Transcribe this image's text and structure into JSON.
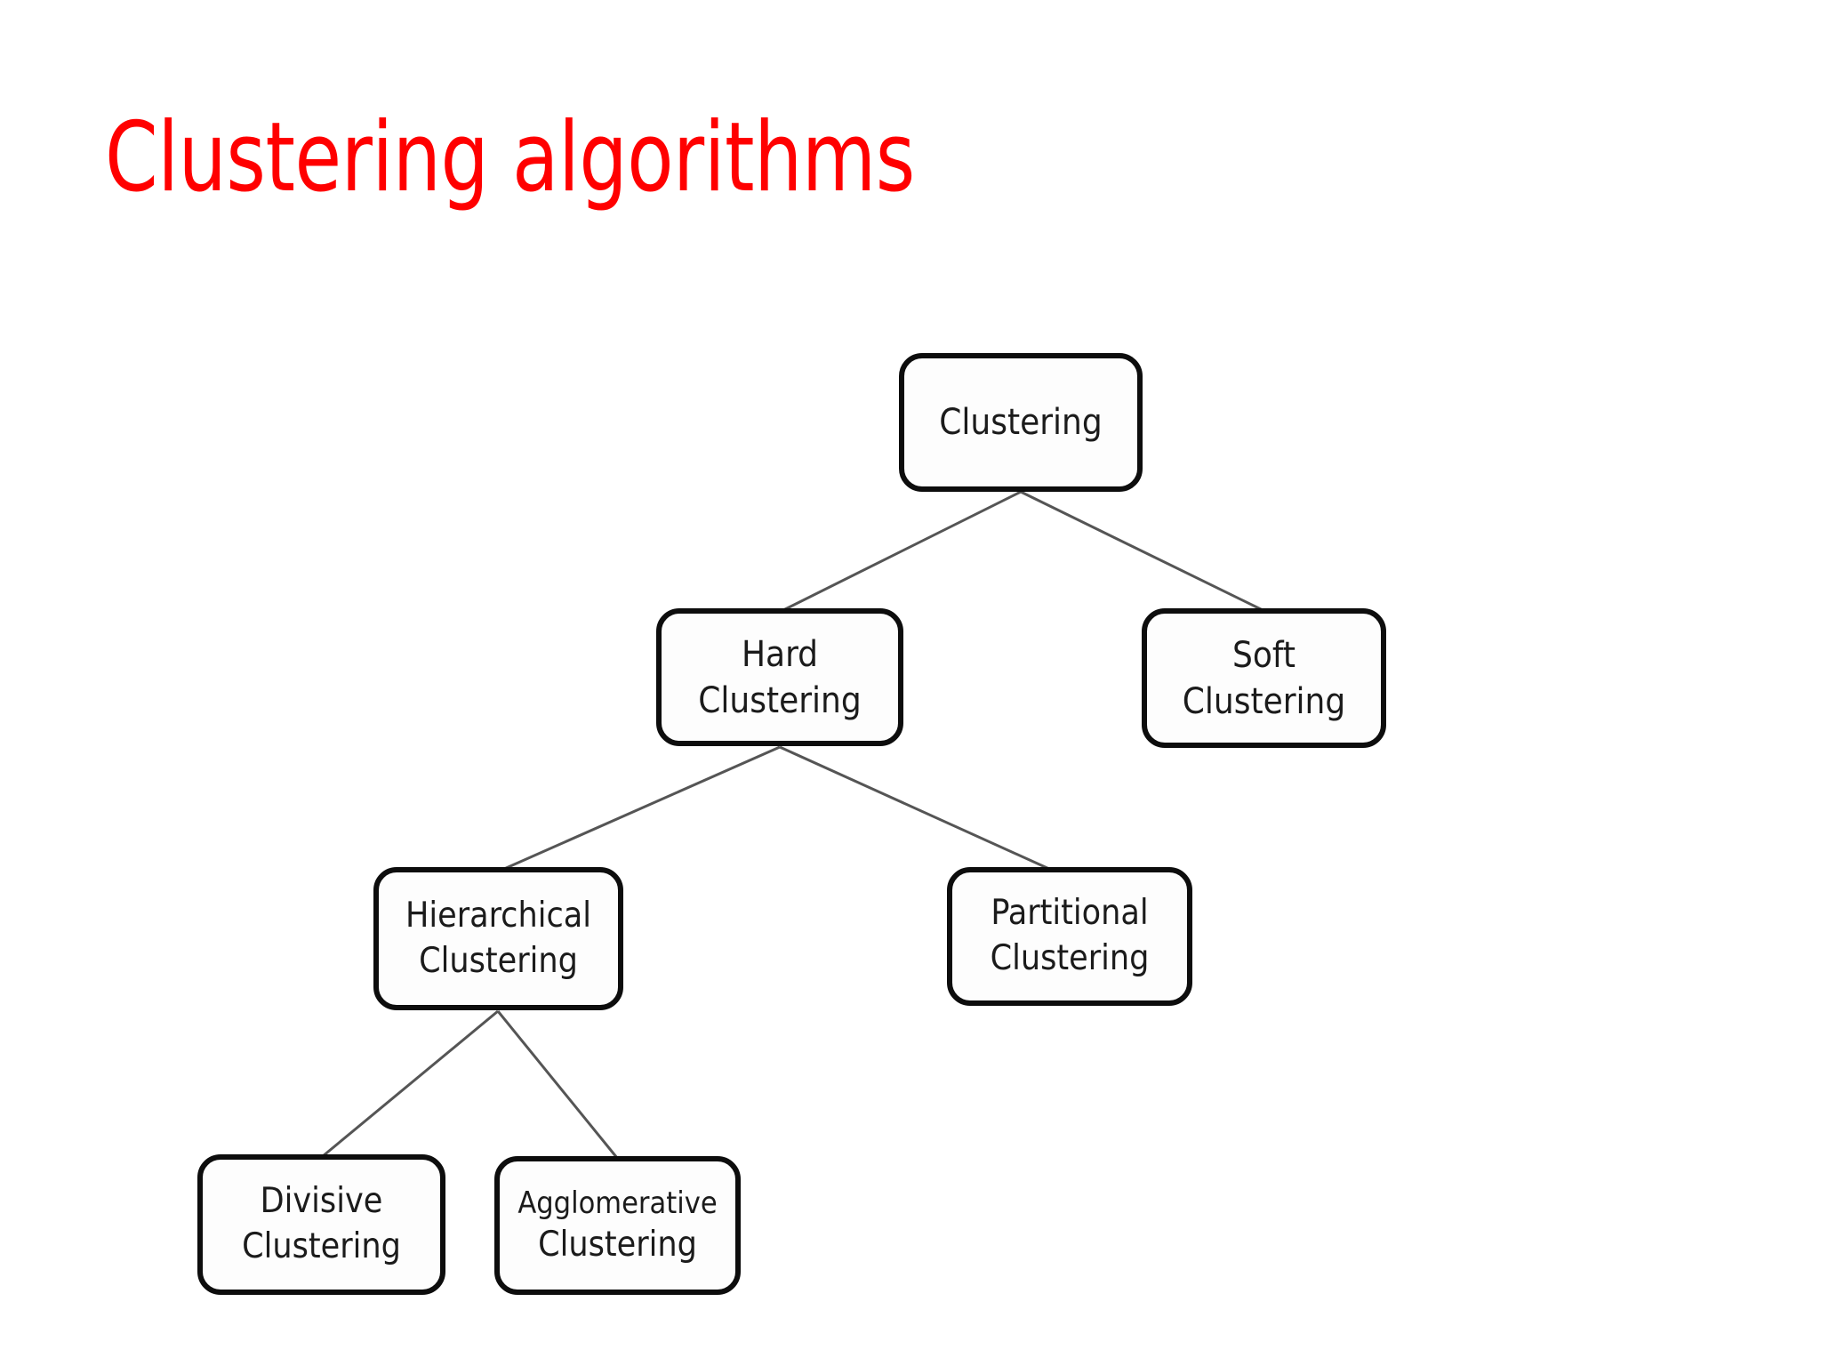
{
  "slide": {
    "title": "Clustering algorithms",
    "title_color": "#ff0000",
    "background_color": "#ffffff"
  },
  "diagram": {
    "type": "tree",
    "node_border_color": "#0d0d0d",
    "node_fill_color": "#fdfdfd",
    "edge_color": "#555555",
    "nodes": [
      {
        "id": "clustering",
        "line1": "Clustering",
        "line2": "",
        "level": 0
      },
      {
        "id": "hard",
        "line1": "Hard",
        "line2": "Clustering",
        "level": 1
      },
      {
        "id": "soft",
        "line1": "Soft",
        "line2": "Clustering",
        "level": 1
      },
      {
        "id": "hierarchical",
        "line1": "Hierarchical",
        "line2": "Clustering",
        "level": 2
      },
      {
        "id": "partitional",
        "line1": "Partitional",
        "line2": "Clustering",
        "level": 2
      },
      {
        "id": "divisive",
        "line1": "Divisive",
        "line2": "Clustering",
        "level": 3
      },
      {
        "id": "agglomerative",
        "line1": "Agglomerative",
        "line2": "Clustering",
        "level": 3
      }
    ],
    "edges": [
      {
        "from": "clustering",
        "to": "hard"
      },
      {
        "from": "clustering",
        "to": "soft"
      },
      {
        "from": "hard",
        "to": "hierarchical"
      },
      {
        "from": "hard",
        "to": "partitional"
      },
      {
        "from": "hierarchical",
        "to": "divisive"
      },
      {
        "from": "hierarchical",
        "to": "agglomerative"
      }
    ]
  }
}
